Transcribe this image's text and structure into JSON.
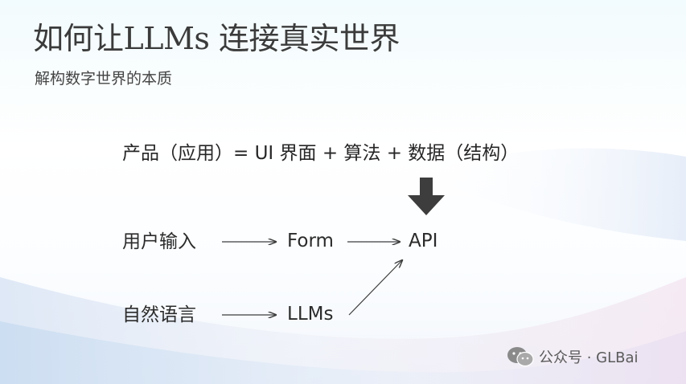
{
  "slide": {
    "title": "如何让LLMs 连接真实世界",
    "subtitle": "解构数字世界的本质",
    "formula": "产品（应用）= UI 界面 + 算法 + 数据（结构）"
  },
  "diagram": {
    "nodes": {
      "user_input": "用户输入",
      "form": "Form",
      "api": "API",
      "natural_language": "自然语言",
      "llms": "LLMs"
    },
    "edges": [
      {
        "from": "user_input",
        "to": "form"
      },
      {
        "from": "form",
        "to": "api"
      },
      {
        "from": "natural_language",
        "to": "llms"
      },
      {
        "from": "llms",
        "to": "api"
      },
      {
        "from": "formula",
        "to": "api",
        "style": "thick-down-arrow"
      }
    ]
  },
  "watermark": {
    "text": "公众号 · GLBai",
    "icon": "wechat-icon"
  },
  "colors": {
    "text": "#2b2b2b",
    "arrow": "#3d3d3d",
    "wave_blue": "#cfe0f3",
    "wave_pink": "#f1e3ef"
  }
}
